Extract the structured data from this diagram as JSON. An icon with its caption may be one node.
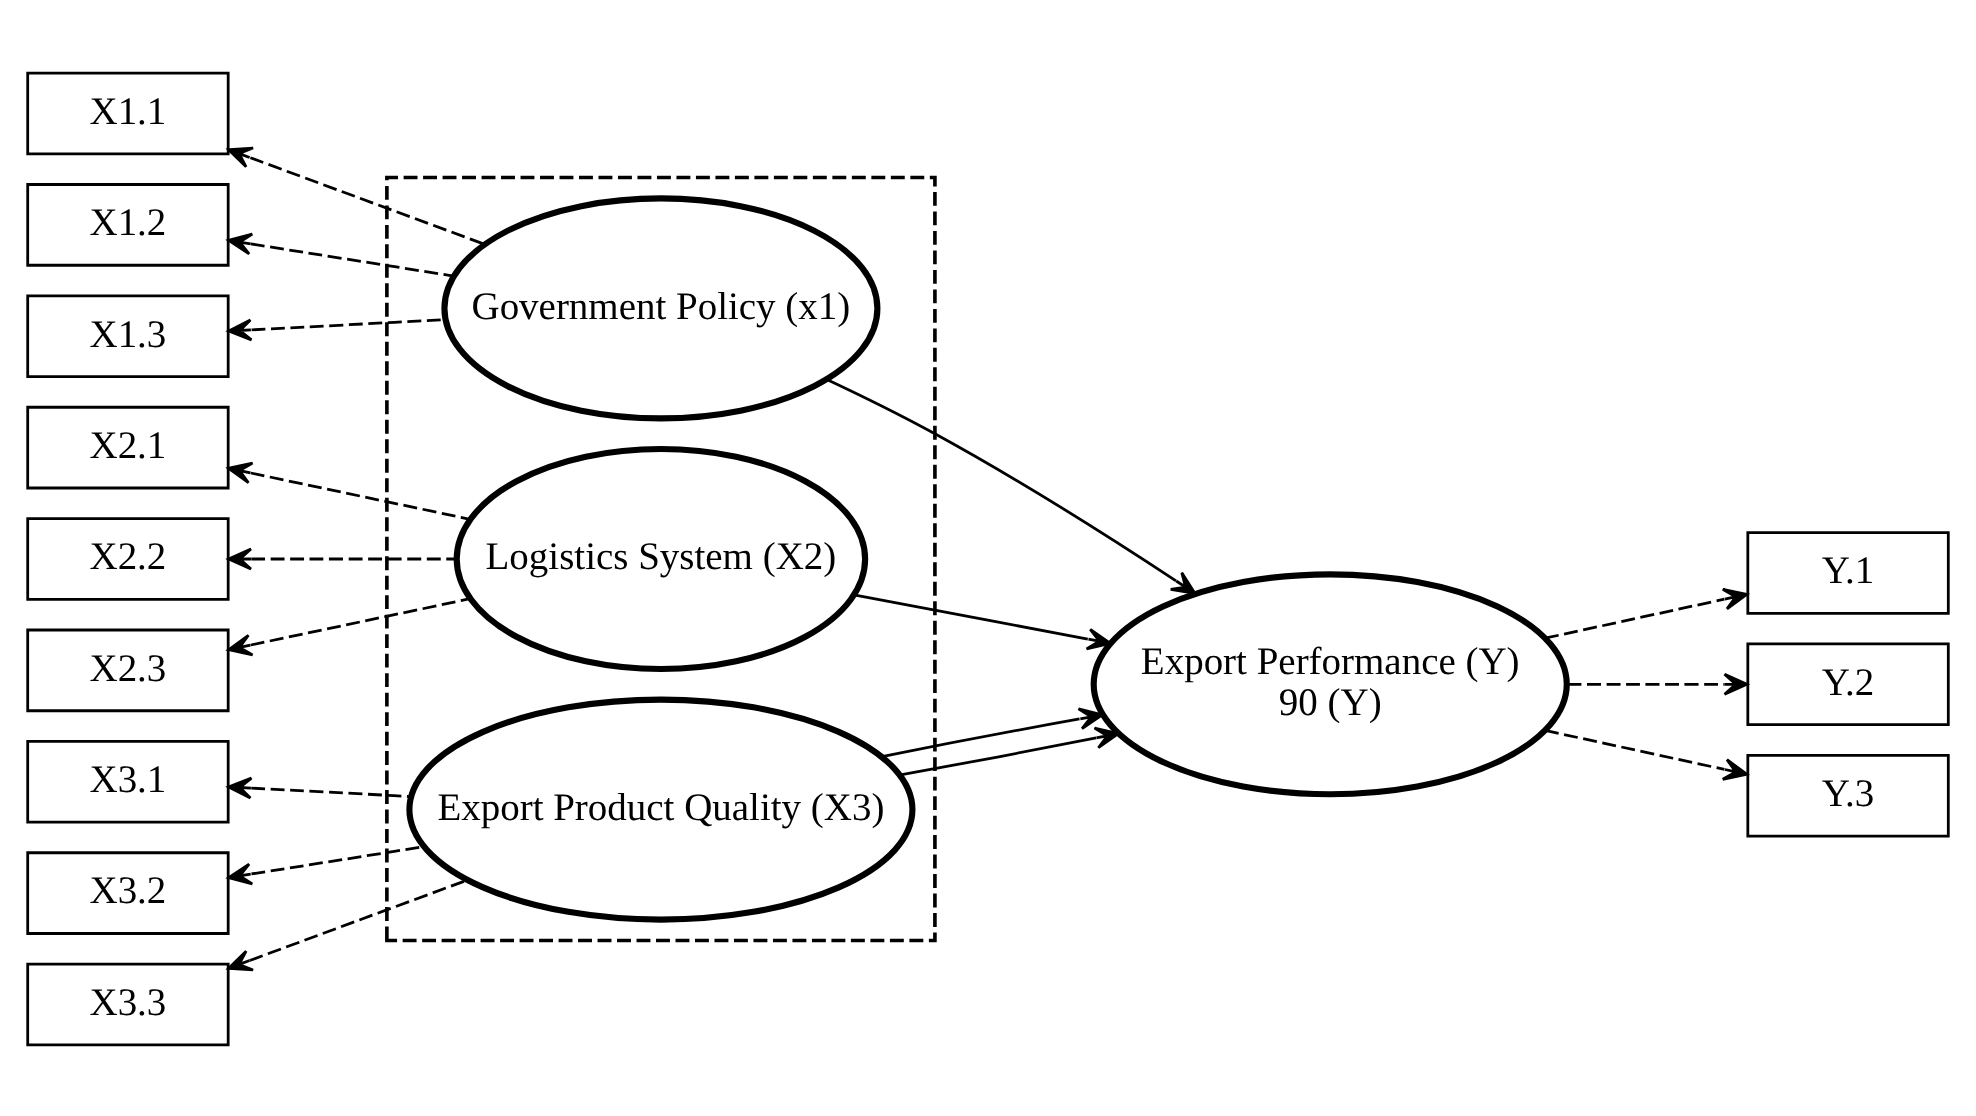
{
  "diagram": {
    "nodes": [
      {
        "text": [],
        "shape": "box"
      },
      {
        "text": [
          "Government Policy (x1)"
        ],
        "in": 0
      },
      {
        "text": [
          "Logistics System (X2)"
        ],
        "in": 0
      },
      {
        "text": [
          "Export Product Quality (X3)"
        ],
        "in": 0
      },
      {
        "text": [
          "Export Performance (Y)",
          "90 (Y)"
        ]
      },
      {
        "text": [
          "X1.1"
        ]
      },
      {
        "text": [
          "X1.2"
        ]
      },
      {
        "text": [
          "X1.3"
        ]
      },
      {
        "text": [
          "X2.1"
        ]
      },
      {
        "text": [
          "X2.2"
        ]
      },
      {
        "text": [
          "X2.3"
        ]
      },
      {
        "text": [
          "X3.1"
        ]
      },
      {
        "text": [
          "X3.2"
        ]
      },
      {
        "text": [
          "X3.3"
        ]
      },
      {
        "text": [
          "Y.1"
        ]
      },
      {
        "text": [
          "Y.2"
        ]
      },
      {
        "text": [
          "Y.3"
        ]
      }
    ],
    "edges": [
      {
        "from": 1,
        "to": 5,
        "arrow": "to",
        "style": "dashed"
      },
      {
        "from": 1,
        "to": 6,
        "arrow": "to",
        "style": "dashed"
      },
      {
        "from": 1,
        "to": 7,
        "arrow": "to",
        "style": "dashed"
      },
      {
        "from": 2,
        "to": 8,
        "arrow": "to",
        "style": "dashed"
      },
      {
        "from": 2,
        "to": 9,
        "arrow": "to",
        "style": "dashed"
      },
      {
        "from": 2,
        "to": 10,
        "arrow": "to",
        "style": "dashed"
      },
      {
        "from": 3,
        "to": 11,
        "arrow": "to",
        "style": "dashed"
      },
      {
        "from": 3,
        "to": 12,
        "arrow": "to",
        "style": "dashed"
      },
      {
        "from": 3,
        "to": 13,
        "arrow": "to",
        "style": "dashed"
      },
      {
        "from": 1,
        "to": 4,
        "arrow": "to"
      },
      {
        "from": 2,
        "to": 4,
        "arrow": "to"
      },
      {
        "from": 3,
        "to": 4,
        "arrow": "to"
      },
      {
        "from": 3,
        "to": 4,
        "arrow": "to"
      },
      {
        "from": 4,
        "to": 14,
        "arrow": "to",
        "style": "dashed"
      },
      {
        "from": 4,
        "to": 15,
        "arrow": "to",
        "style": "dashed"
      },
      {
        "from": 4,
        "to": 16,
        "arrow": "to",
        "style": "dashed"
      }
    ]
  }
}
